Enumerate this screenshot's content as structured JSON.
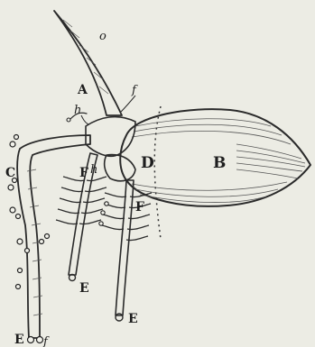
{
  "figure": {
    "labels": {
      "a_upper": "A",
      "b_main": "B",
      "c_left": "C",
      "d_mid": "D",
      "f_left": "F",
      "f_right": "F",
      "e_left": "E",
      "e_right": "E",
      "e_bottom": "E",
      "f_italic_top": "f",
      "f_italic_bottom": "f",
      "h_upper": "h",
      "h_lower": "h",
      "o_top": "o"
    }
  }
}
